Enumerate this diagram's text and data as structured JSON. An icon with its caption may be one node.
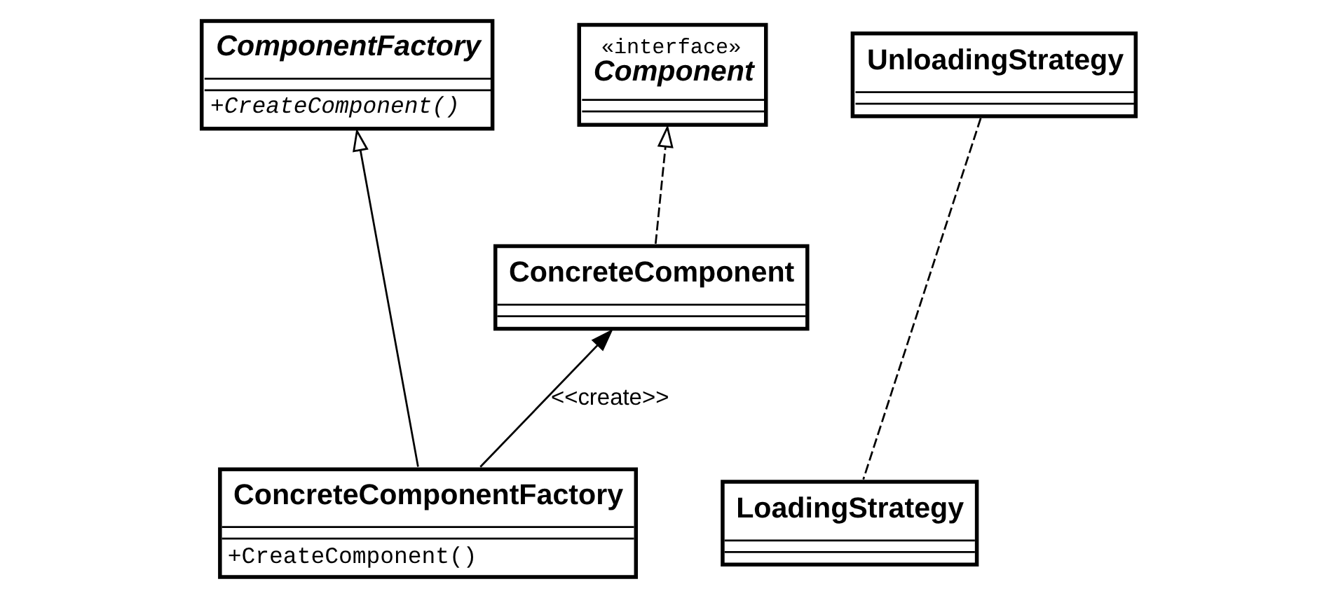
{
  "diagram": {
    "nodes": [
      {
        "text": [
          "ComponentFactory",
          "+CreateComponent()"
        ]
      },
      {
        "text": [
          "«interface»",
          "Component"
        ]
      },
      {
        "text": [
          "UnloadingStrategy"
        ]
      },
      {
        "text": [
          "ConcreteComponentFactory",
          "+CreateComponent()"
        ]
      },
      {
        "text": [
          "ConcreteComponent"
        ]
      },
      {
        "text": [
          "LoadingStrategy"
        ]
      }
    ],
    "edges": [
      {
        "from": 3,
        "to": 0,
        "arrow": "to"
      },
      {
        "from": 4,
        "to": 1,
        "arrow": "to",
        "style": "dashed"
      },
      {
        "from": 3,
        "to": 4,
        "arrow": "to",
        "label": "<<create>>"
      },
      {
        "from": 2,
        "to": 5,
        "arrow": "none",
        "style": "dashed"
      }
    ]
  }
}
